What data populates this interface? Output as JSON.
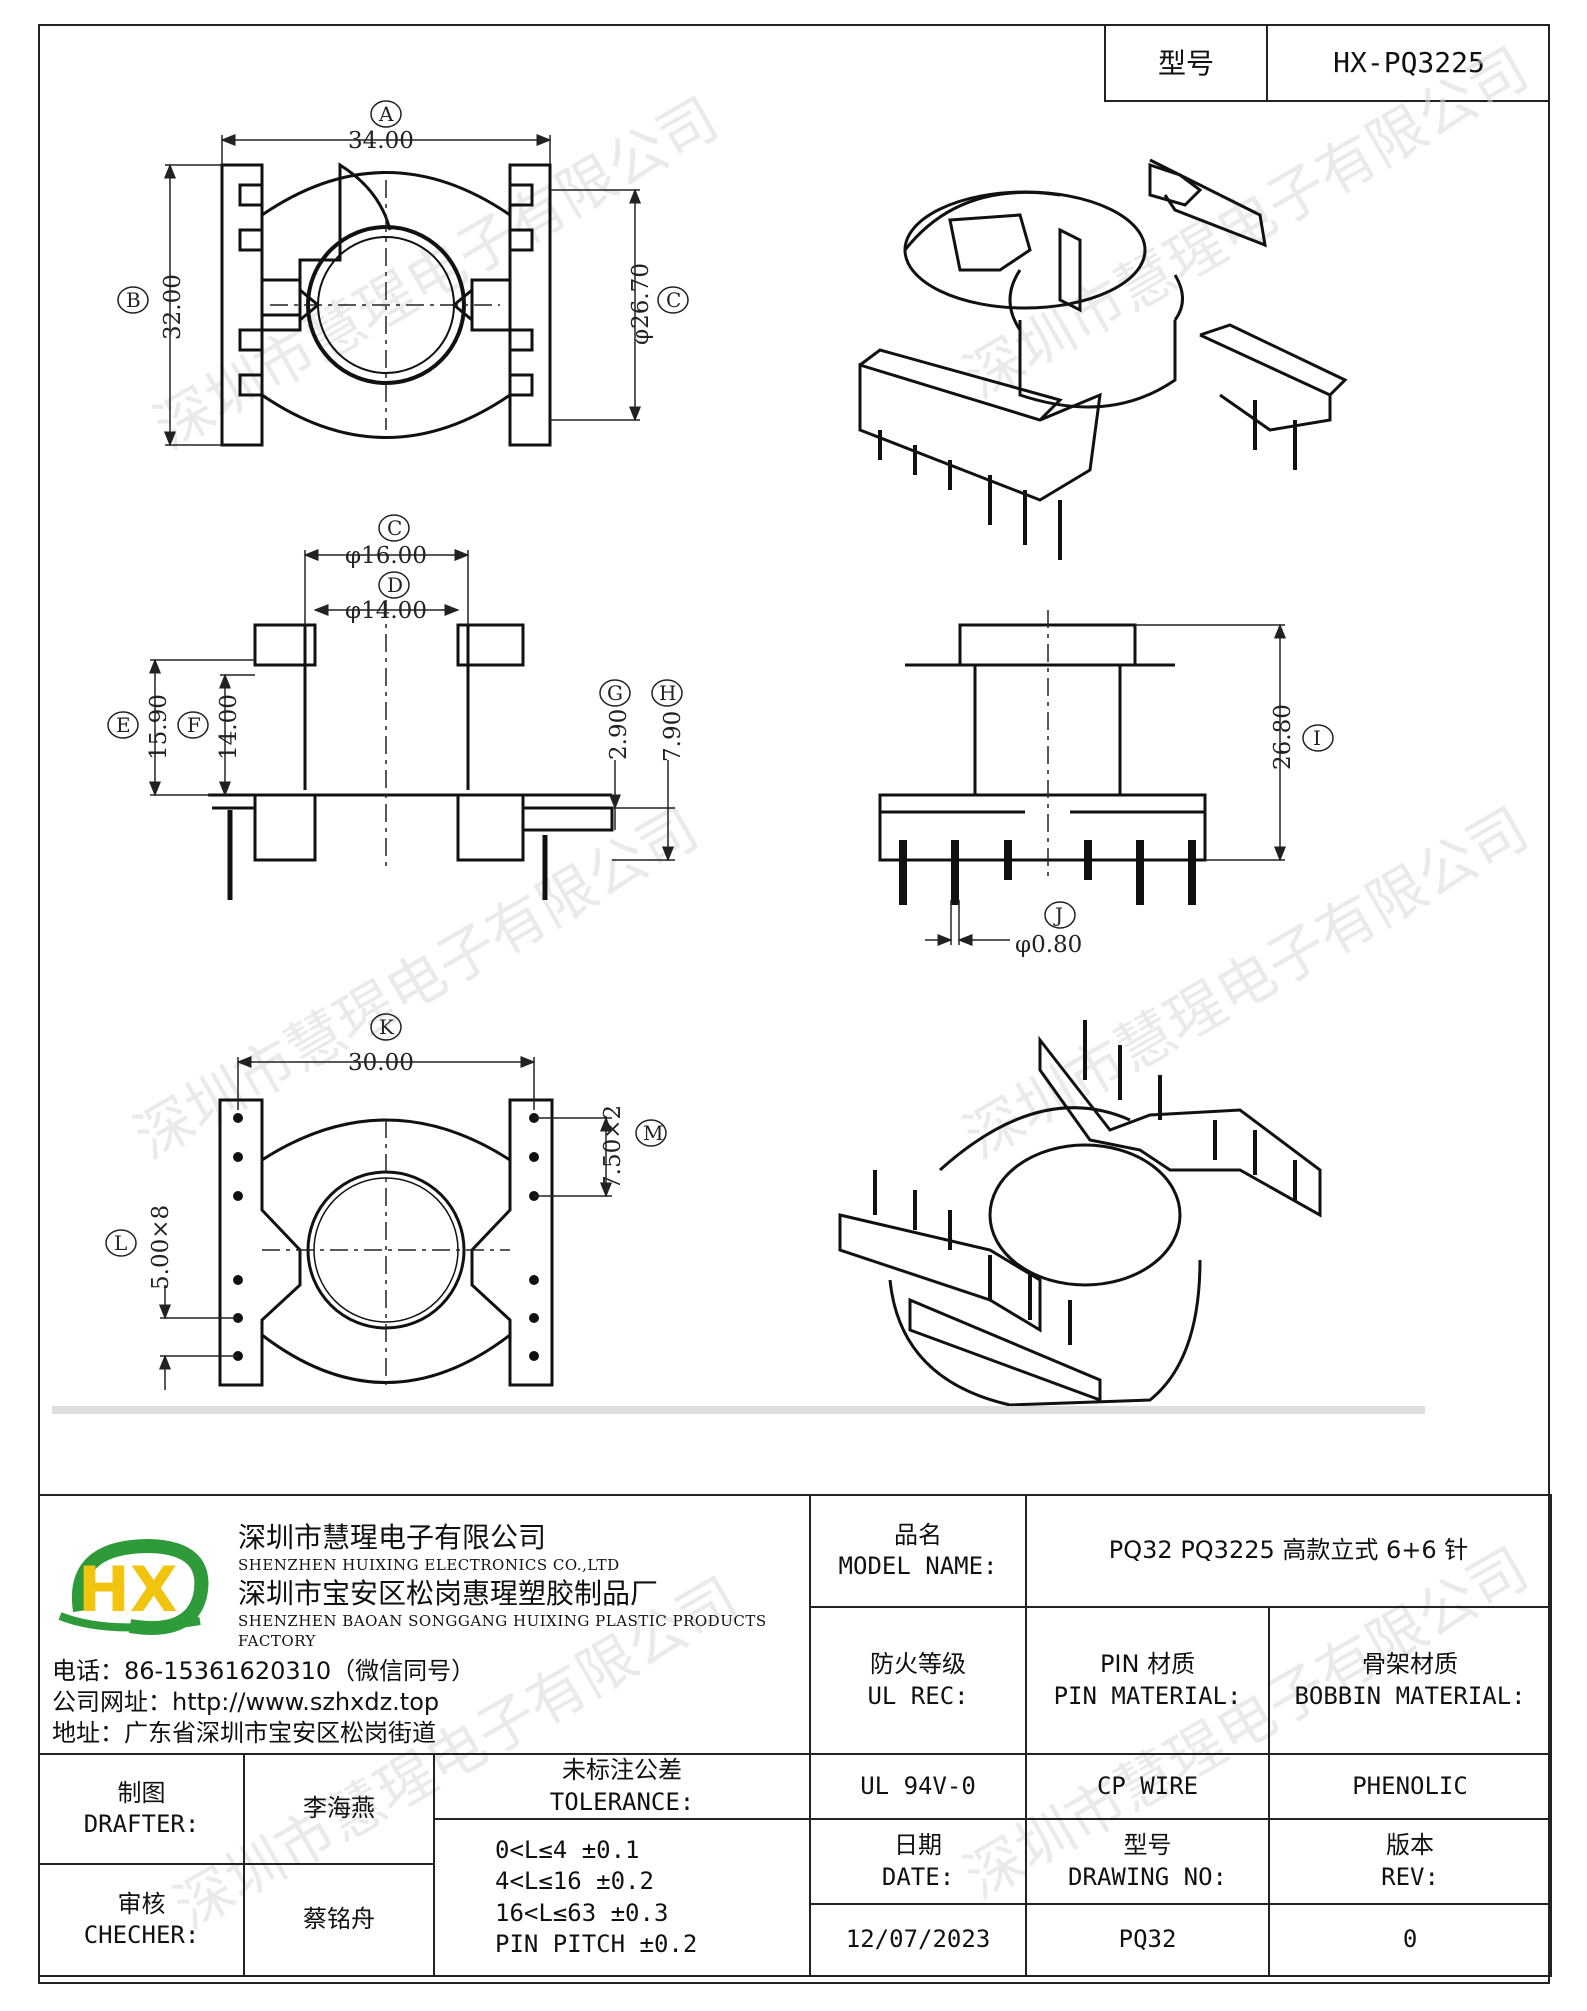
{
  "header": {
    "model_label": "型号",
    "model_value": "HX-PQ3225"
  },
  "dimensions": {
    "A": {
      "tag": "A",
      "value": "34.00"
    },
    "B": {
      "tag": "B",
      "value": "32.00"
    },
    "C_top": {
      "tag": "C",
      "value": "φ26.70"
    },
    "C_mid": {
      "tag": "C",
      "value": "φ16.00"
    },
    "D": {
      "tag": "D",
      "value": "φ14.00"
    },
    "E": {
      "tag": "E",
      "value": "15.90"
    },
    "F": {
      "tag": "F",
      "value": "14.00"
    },
    "G": {
      "tag": "G",
      "value": "2.90"
    },
    "H": {
      "tag": "H",
      "value": "7.90"
    },
    "I": {
      "tag": "I",
      "value": "26.80"
    },
    "J": {
      "tag": "J",
      "value": "φ0.80"
    },
    "K": {
      "tag": "K",
      "value": "30.00"
    },
    "L": {
      "tag": "L",
      "value": "5.00×8"
    },
    "M": {
      "tag": "M",
      "value": "7.50×2"
    }
  },
  "watermark": "深圳市慧瑆电子有限公司",
  "company": {
    "logo_letters": "HX",
    "name_cn": "深圳市慧瑆电子有限公司",
    "name_en": "SHENZHEN HUIXING ELECTRONICS CO.,LTD",
    "factory_cn": "深圳市宝安区松岗惠瑆塑胶制品厂",
    "factory_en": "SHENZHEN BAOAN SONGGANG HUIXING PLASTIC PRODUCTS FACTORY",
    "phone": "电话：86-15361620310（微信同号）",
    "website": "公司网址：http://www.szhxdz.top",
    "address": "地址：广东省深圳市宝安区松岗街道"
  },
  "title_block": {
    "model_name_cn": "品名",
    "model_name_en": "MODEL NAME:",
    "model_name_value": "PQ32 PQ3225 高款立式 6+6 针",
    "ul_cn": "防火等级",
    "ul_en": "UL REC:",
    "ul_value": "UL 94V-0",
    "pin_cn": "PIN 材质",
    "pin_en": "PIN MATERIAL:",
    "pin_value": "CP WIRE",
    "bobbin_cn": "骨架材质",
    "bobbin_en": "BOBBIN MATERIAL:",
    "bobbin_value": "PHENOLIC",
    "drafter_cn": "制图",
    "drafter_en": "DRAFTER:",
    "drafter_name": "李海燕",
    "checker_cn": "审核",
    "checker_en": "CHECHER:",
    "checker_name": "蔡铭舟",
    "tolerance_cn": "未标注公差",
    "tolerance_en": "TOLERANCE:",
    "tolerance_lines": [
      "0<L≤4  ±0.1",
      "4<L≤16 ±0.2",
      "16<L≤63 ±0.3",
      "PIN PITCH ±0.2"
    ],
    "date_cn": "日期",
    "date_en": "DATE:",
    "date_value": "12/07/2023",
    "drawing_cn": "型号",
    "drawing_en": "DRAWING NO:",
    "drawing_value": "PQ32",
    "rev_cn": "版本",
    "rev_en": "REV:",
    "rev_value": "0"
  }
}
